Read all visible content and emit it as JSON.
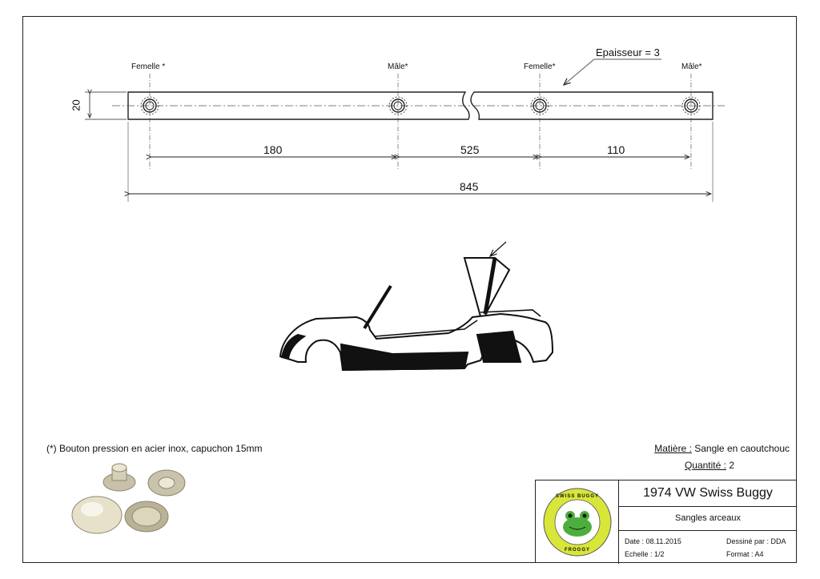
{
  "drawing": {
    "thickness_label": "Epaisseur = 3",
    "connectors": [
      {
        "label": "Femelle *"
      },
      {
        "label": "Mâle*"
      },
      {
        "label": "Femelle*"
      },
      {
        "label": "Mâle*"
      }
    ],
    "height_dim": "20",
    "dims": {
      "d1": "180",
      "d2": "525",
      "d3": "110",
      "total": "845"
    }
  },
  "note": "(*) Bouton pression en acier inox, capuchon 15mm",
  "material": {
    "label": "Matière :",
    "value": " Sangle en caoutchouc"
  },
  "quantity": {
    "label": "Quantité :",
    "value": " 2"
  },
  "title_block": {
    "title": "1974 VW Swiss Buggy",
    "subtitle": "Sangles arceaux",
    "date": "Date : 08.11.2015",
    "scale": "Echelle : 1/2",
    "drawn_by": "Dessiné par : DDA",
    "format": "Format : A4",
    "logo_text_top": "SWISS BUGGY",
    "logo_text_bottom": "FROGGY"
  },
  "colors": {
    "line": "#222222",
    "logo_yellow": "#d8e63a",
    "frog_green": "#4cae3c"
  }
}
